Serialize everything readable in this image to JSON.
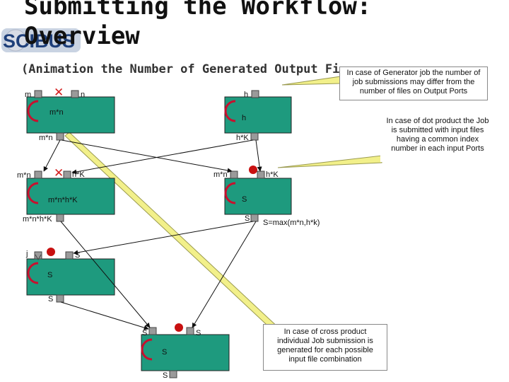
{
  "slide": {
    "title_line1": "Submitting the Workflow:",
    "title_line2": "Overview",
    "subtitle": "(Animation the Number of Generated Output Fi",
    "logo_text": "SCIBUS"
  },
  "callouts": {
    "generator": "In case of Generator job the number of job submissions may differ from the number of files on Output Ports",
    "dot_product": "In case of dot product the Job is submitted with input files having a common index number in each input Ports",
    "cross_product": "In case of cross product individual Job submission is generated for each possible input file combination"
  },
  "labels": {
    "node1_in_left": "m",
    "node1_in_right": "n",
    "node1_body": "m*n",
    "node1_out": "m*n",
    "node2_in": "h",
    "node2_body": "h",
    "node2_out": "h*K",
    "node3_in_left": "m*n",
    "node3_in_right": "h*K",
    "node3_body": "m*n*h*K",
    "node3_out": "m*n*h*K",
    "node4_in_left": "m*n",
    "node4_in_right": "h*K",
    "node4_body": "S",
    "node4_out": "S",
    "formula": "S=max(m*n,h*k)",
    "node5_in_left": "j",
    "node5_in_right": "S",
    "node5_body": "S",
    "node5_out": "S",
    "node6_in_left": "S",
    "node6_in_right": "S",
    "node6_body": "S",
    "node6_out": "S"
  },
  "colors": {
    "node_fill": "#1e9a7e",
    "port_fill": "#9a9a9a",
    "cross_mark": "#d42020",
    "dot_mark": "#c81010",
    "callout_fill": "#f2f08a"
  }
}
